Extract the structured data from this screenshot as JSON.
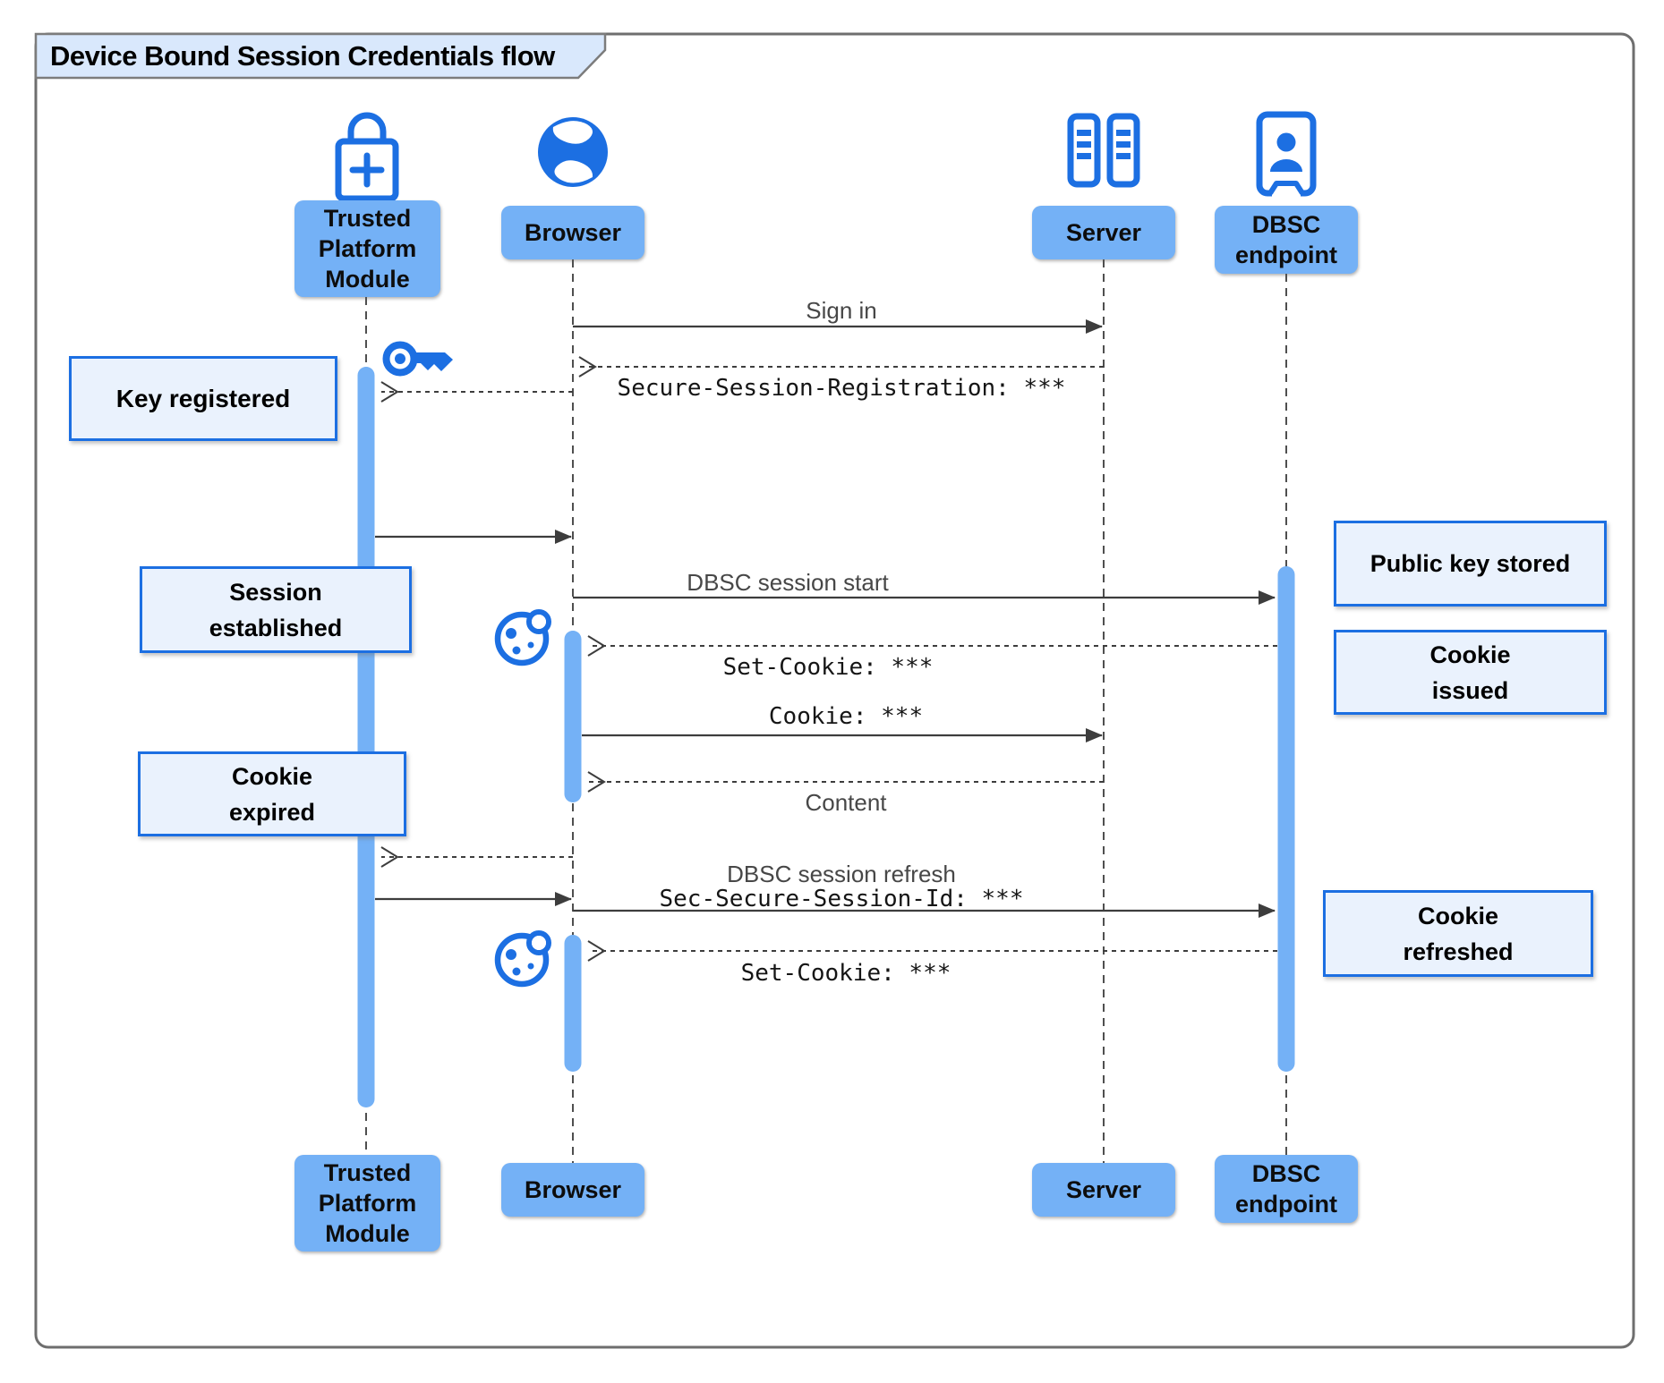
{
  "title": "Device Bound Session Credentials flow",
  "actors": {
    "tpm": {
      "lines": [
        "Trusted",
        "Platform",
        "Module"
      ],
      "icon": "lock-plus-icon"
    },
    "browser": {
      "label": "Browser",
      "icon": "globe-icon"
    },
    "server": {
      "label": "Server",
      "icon": "server-racks-icon"
    },
    "dbsc": {
      "lines": [
        "DBSC",
        "endpoint"
      ],
      "icon": "id-badge-person-icon"
    }
  },
  "messages": {
    "sign_in": "Sign in",
    "secure_session_registration": "Secure-Session-Registration: ***",
    "dbsc_session_start": "DBSC session start",
    "set_cookie_1": "Set-Cookie: ***",
    "cookie": "Cookie: ***",
    "content": "Content",
    "dbsc_session_refresh": "DBSC session refresh",
    "sec_secure_session_id": "Sec-Secure-Session-Id: ***",
    "set_cookie_2": "Set-Cookie: ***"
  },
  "notes": {
    "key_registered": "Key registered",
    "session_established": [
      "Session",
      "established"
    ],
    "cookie_expired": [
      "Cookie",
      "expired"
    ],
    "public_key_stored": "Public key stored",
    "cookie_issued": [
      "Cookie",
      "issued"
    ],
    "cookie_refreshed": [
      "Cookie",
      "refreshed"
    ]
  },
  "decorations": {
    "key": "key-icon",
    "cookie": "cookie-bitten-icon"
  },
  "colors": {
    "accent_blue": "#1c6fe2",
    "actor_fill_blue": "#74b1f6",
    "note_bg": "#eaf2fd",
    "note_border": "#1c6fe2",
    "tab_bg": "#d9e8fc",
    "frame_border": "#6e6e6e",
    "arrow": "#3d3d3d",
    "muted_text": "#474747"
  }
}
